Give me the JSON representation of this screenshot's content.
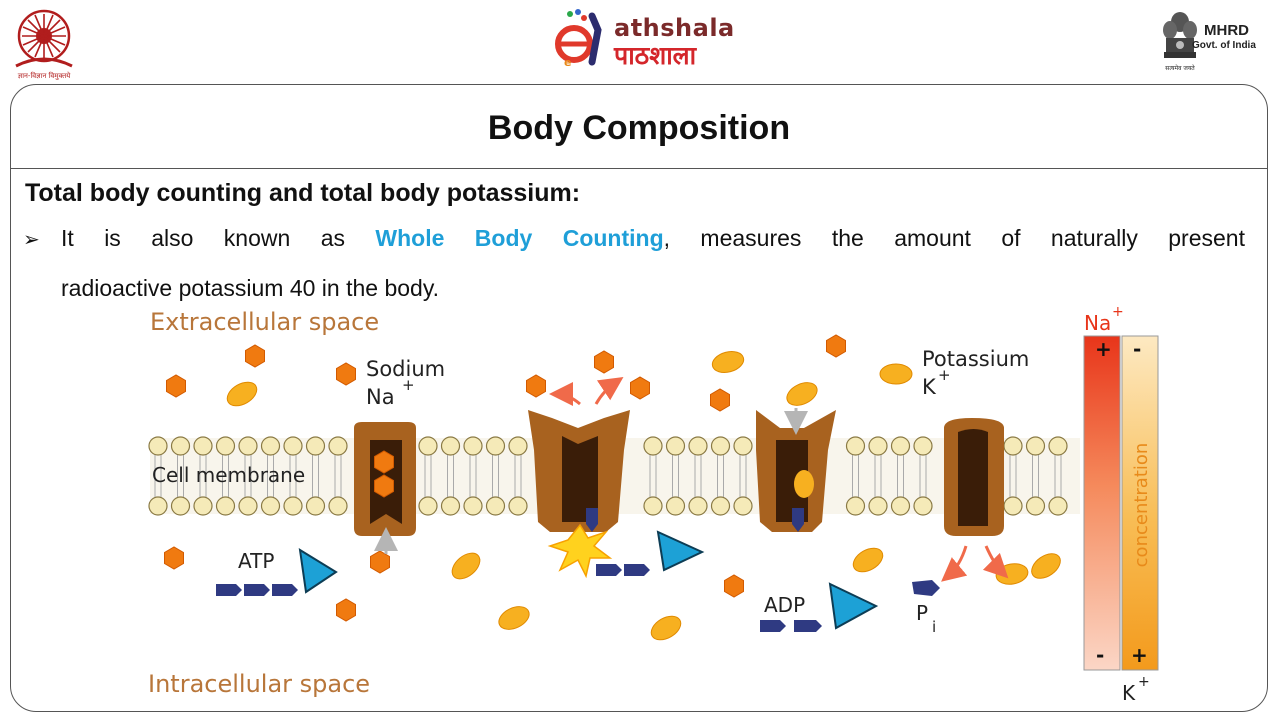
{
  "header": {
    "left_logo": {
      "icon": "ugc-emblem-icon",
      "caption": "ज्ञान-विज्ञान विमुक्तये"
    },
    "brand": {
      "prefix": "e",
      "english": "athshala",
      "hindi": "पाठशाला"
    },
    "right_logo": {
      "icon": "ashoka-emblem-icon",
      "line1": "MHRD",
      "line2": "Govt. of India",
      "motto": "सत्यमेव जयते"
    }
  },
  "slide": {
    "title": "Body Composition",
    "subheading": "Total body counting  and total body potassium:",
    "bullet_symbol": "➢",
    "para_before": "It is also known as ",
    "para_highlight": "Whole Body Counting",
    "para_after": ", measures the amount of naturally present",
    "para_line2": "radioactive potassium 40 in the body."
  },
  "figure": {
    "extracellular": "Extracellular space",
    "intracellular": "Intracellular space",
    "membrane": "Cell membrane",
    "sodium_name": "Sodium",
    "sodium_symbol": "Na",
    "potassium_name": "Potassium",
    "potassium_symbol": "K",
    "plus": "+",
    "atp": "ATP",
    "adp": "ADP",
    "pi_p": "P",
    "pi_i": "i",
    "gradient": {
      "top_ion": "Na",
      "bottom_ion": "K",
      "plus": "+",
      "minus": "-",
      "label": "concentration"
    },
    "colors": {
      "label_brown": "#b8763a",
      "sodium_ion": "#f07a10",
      "potassium_ion": "#f7b020",
      "pump": "#a8621f",
      "pump_dark": "#3a1d08",
      "lipid_head": "#f5eab8",
      "phosphate": "#2f3a82",
      "adenosine": "#1da1d6",
      "gradient_na": "#e8351a",
      "gradient_k": "#f39a1c",
      "highlight": "#1f9fd8"
    }
  }
}
